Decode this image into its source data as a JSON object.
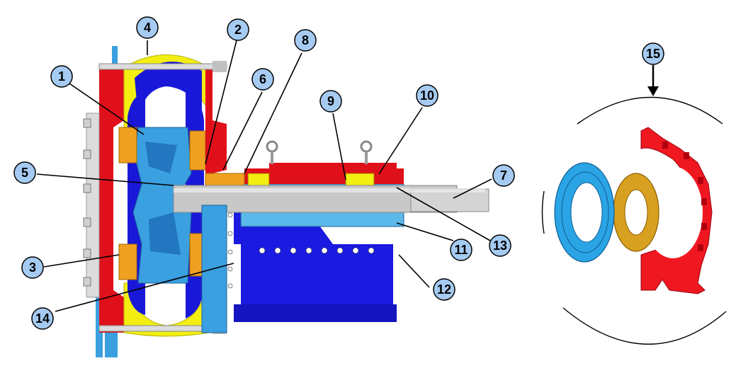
{
  "callouts": [
    {
      "id": "1",
      "label": "1"
    },
    {
      "id": "2",
      "label": "2"
    },
    {
      "id": "3",
      "label": "3"
    },
    {
      "id": "4",
      "label": "4"
    },
    {
      "id": "5",
      "label": "5"
    },
    {
      "id": "6",
      "label": "6"
    },
    {
      "id": "7",
      "label": "7"
    },
    {
      "id": "8",
      "label": "8"
    },
    {
      "id": "9",
      "label": "9"
    },
    {
      "id": "10",
      "label": "10"
    },
    {
      "id": "11",
      "label": "11"
    },
    {
      "id": "12",
      "label": "12"
    },
    {
      "id": "13",
      "label": "13"
    },
    {
      "id": "14",
      "label": "14"
    },
    {
      "id": "15",
      "label": "15"
    }
  ],
  "colors": {
    "callout_fill": "#a6cbf2",
    "casing_red": "#e0101a",
    "liner_yellow": "#f2ee12",
    "volute_blue": "#1a18d8",
    "impeller_cyan": "#3aa0e0",
    "seal_orange": "#f0a020",
    "frame_blue": "#1a1ae0",
    "shaft_grey": "#c8c8c8",
    "exploded_red": "#f01820",
    "exploded_gold": "#d8a020",
    "exploded_cyan": "#2aa4e4"
  }
}
